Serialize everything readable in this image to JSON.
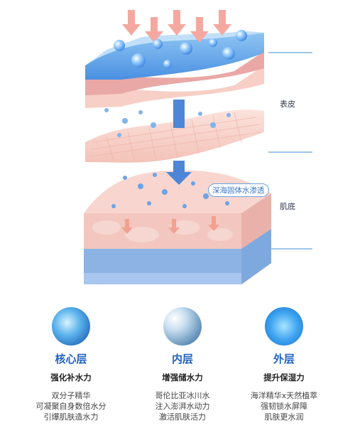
{
  "labels": {
    "epidermis": "表皮",
    "dermis": "肌底",
    "badge": "深海固体水渗透"
  },
  "columns": [
    {
      "name": "核心层",
      "subtitle": "强化补水力",
      "lines": [
        "双分子精华",
        "可凝聚自身数倍水分",
        "引爆肌肤造水力"
      ],
      "icon": "molecule-icon"
    },
    {
      "name": "内层",
      "subtitle": "增强储水力",
      "lines": [
        "哥伦比亚冰川水",
        "注入澎湃水动力",
        "激活肌肤活力"
      ],
      "icon": "bubbles-icon"
    },
    {
      "name": "外层",
      "subtitle": "提升保湿力",
      "lines": [
        "海洋精华x天然植萃",
        "强韧锁水屏障",
        "肌肤更水润"
      ],
      "icon": "water-droplets-icon"
    }
  ],
  "colors": {
    "accent": "#1f61c1",
    "water": "#4a90e2",
    "skin": "#f6c9c0",
    "arrow": "#f5a8a0"
  }
}
